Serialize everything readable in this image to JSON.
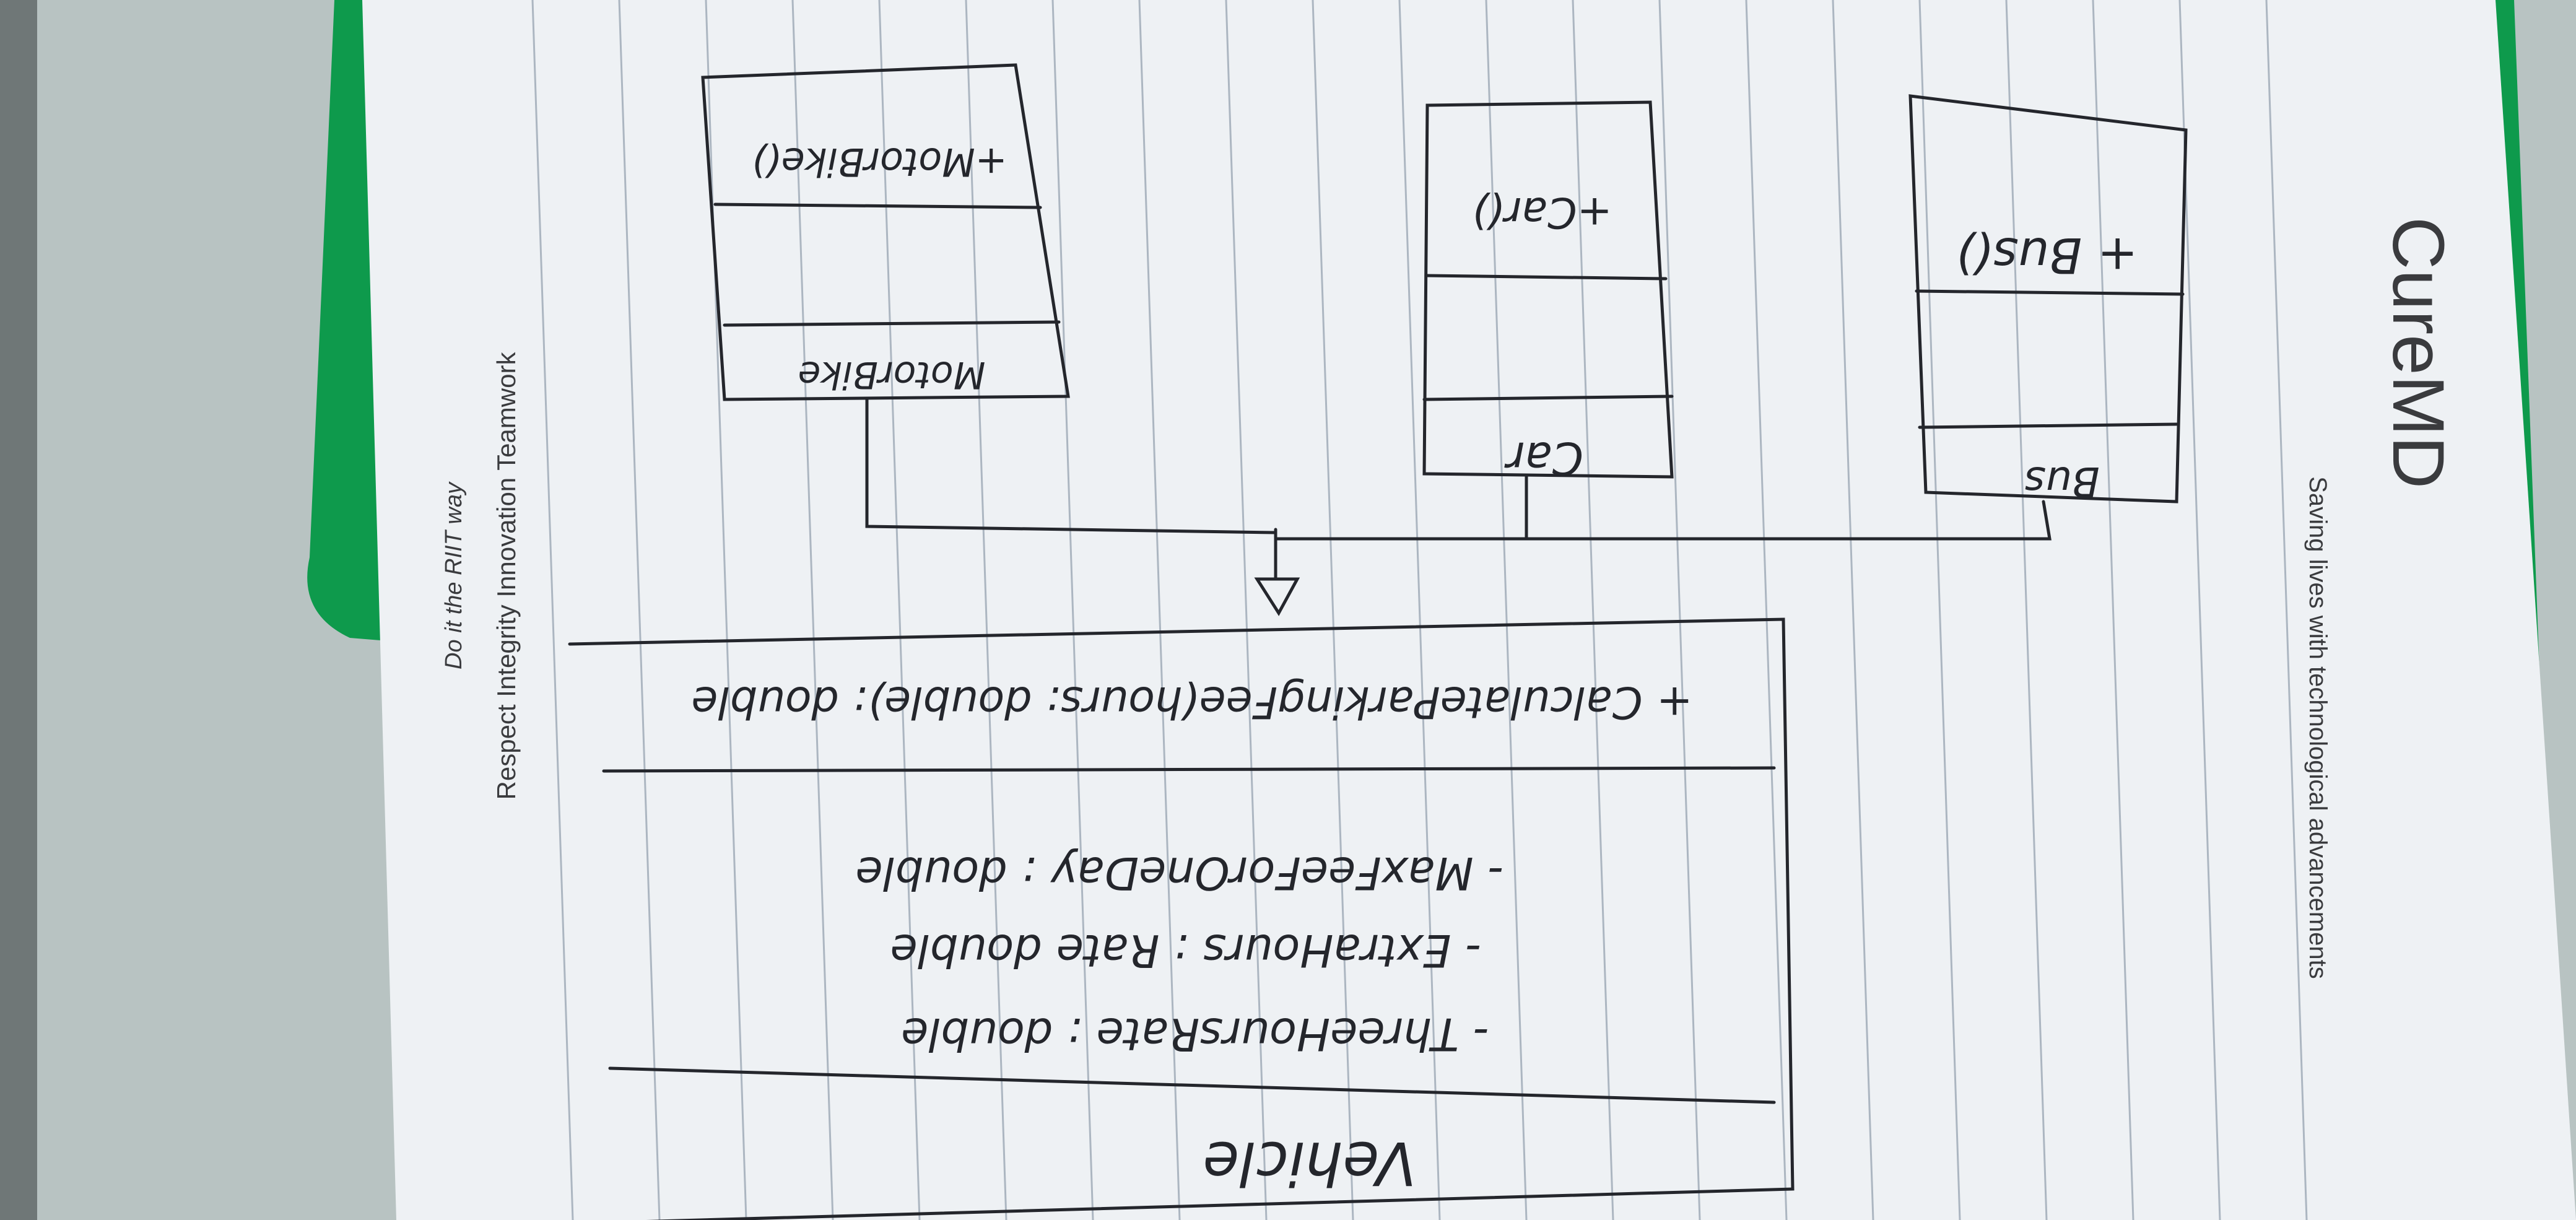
{
  "paper": {
    "brand": "CureMD",
    "tagline": "Saving lives with technological advancements",
    "values_line": "Respect Integrity Innovation Teamwork",
    "motto": "Do it the RIIT way"
  },
  "diagram": {
    "type": "uml-class-diagram",
    "parent": {
      "name": "Vehicle",
      "attributes": [
        "- ThreeHoursRate : double",
        "- ExtraHours : Rate double",
        "- MaxFeeForOneDay : double"
      ],
      "methods": [
        "+ CalculateParkingFee(hours: double): double"
      ]
    },
    "children": [
      {
        "name": "MotorBike",
        "constructor": "+MotorBike()"
      },
      {
        "name": "Car",
        "constructor": "+Car()"
      },
      {
        "name": "Bus",
        "constructor": "+ Bus()"
      }
    ],
    "relationship": "inheritance",
    "ink_color": "#24262c"
  }
}
